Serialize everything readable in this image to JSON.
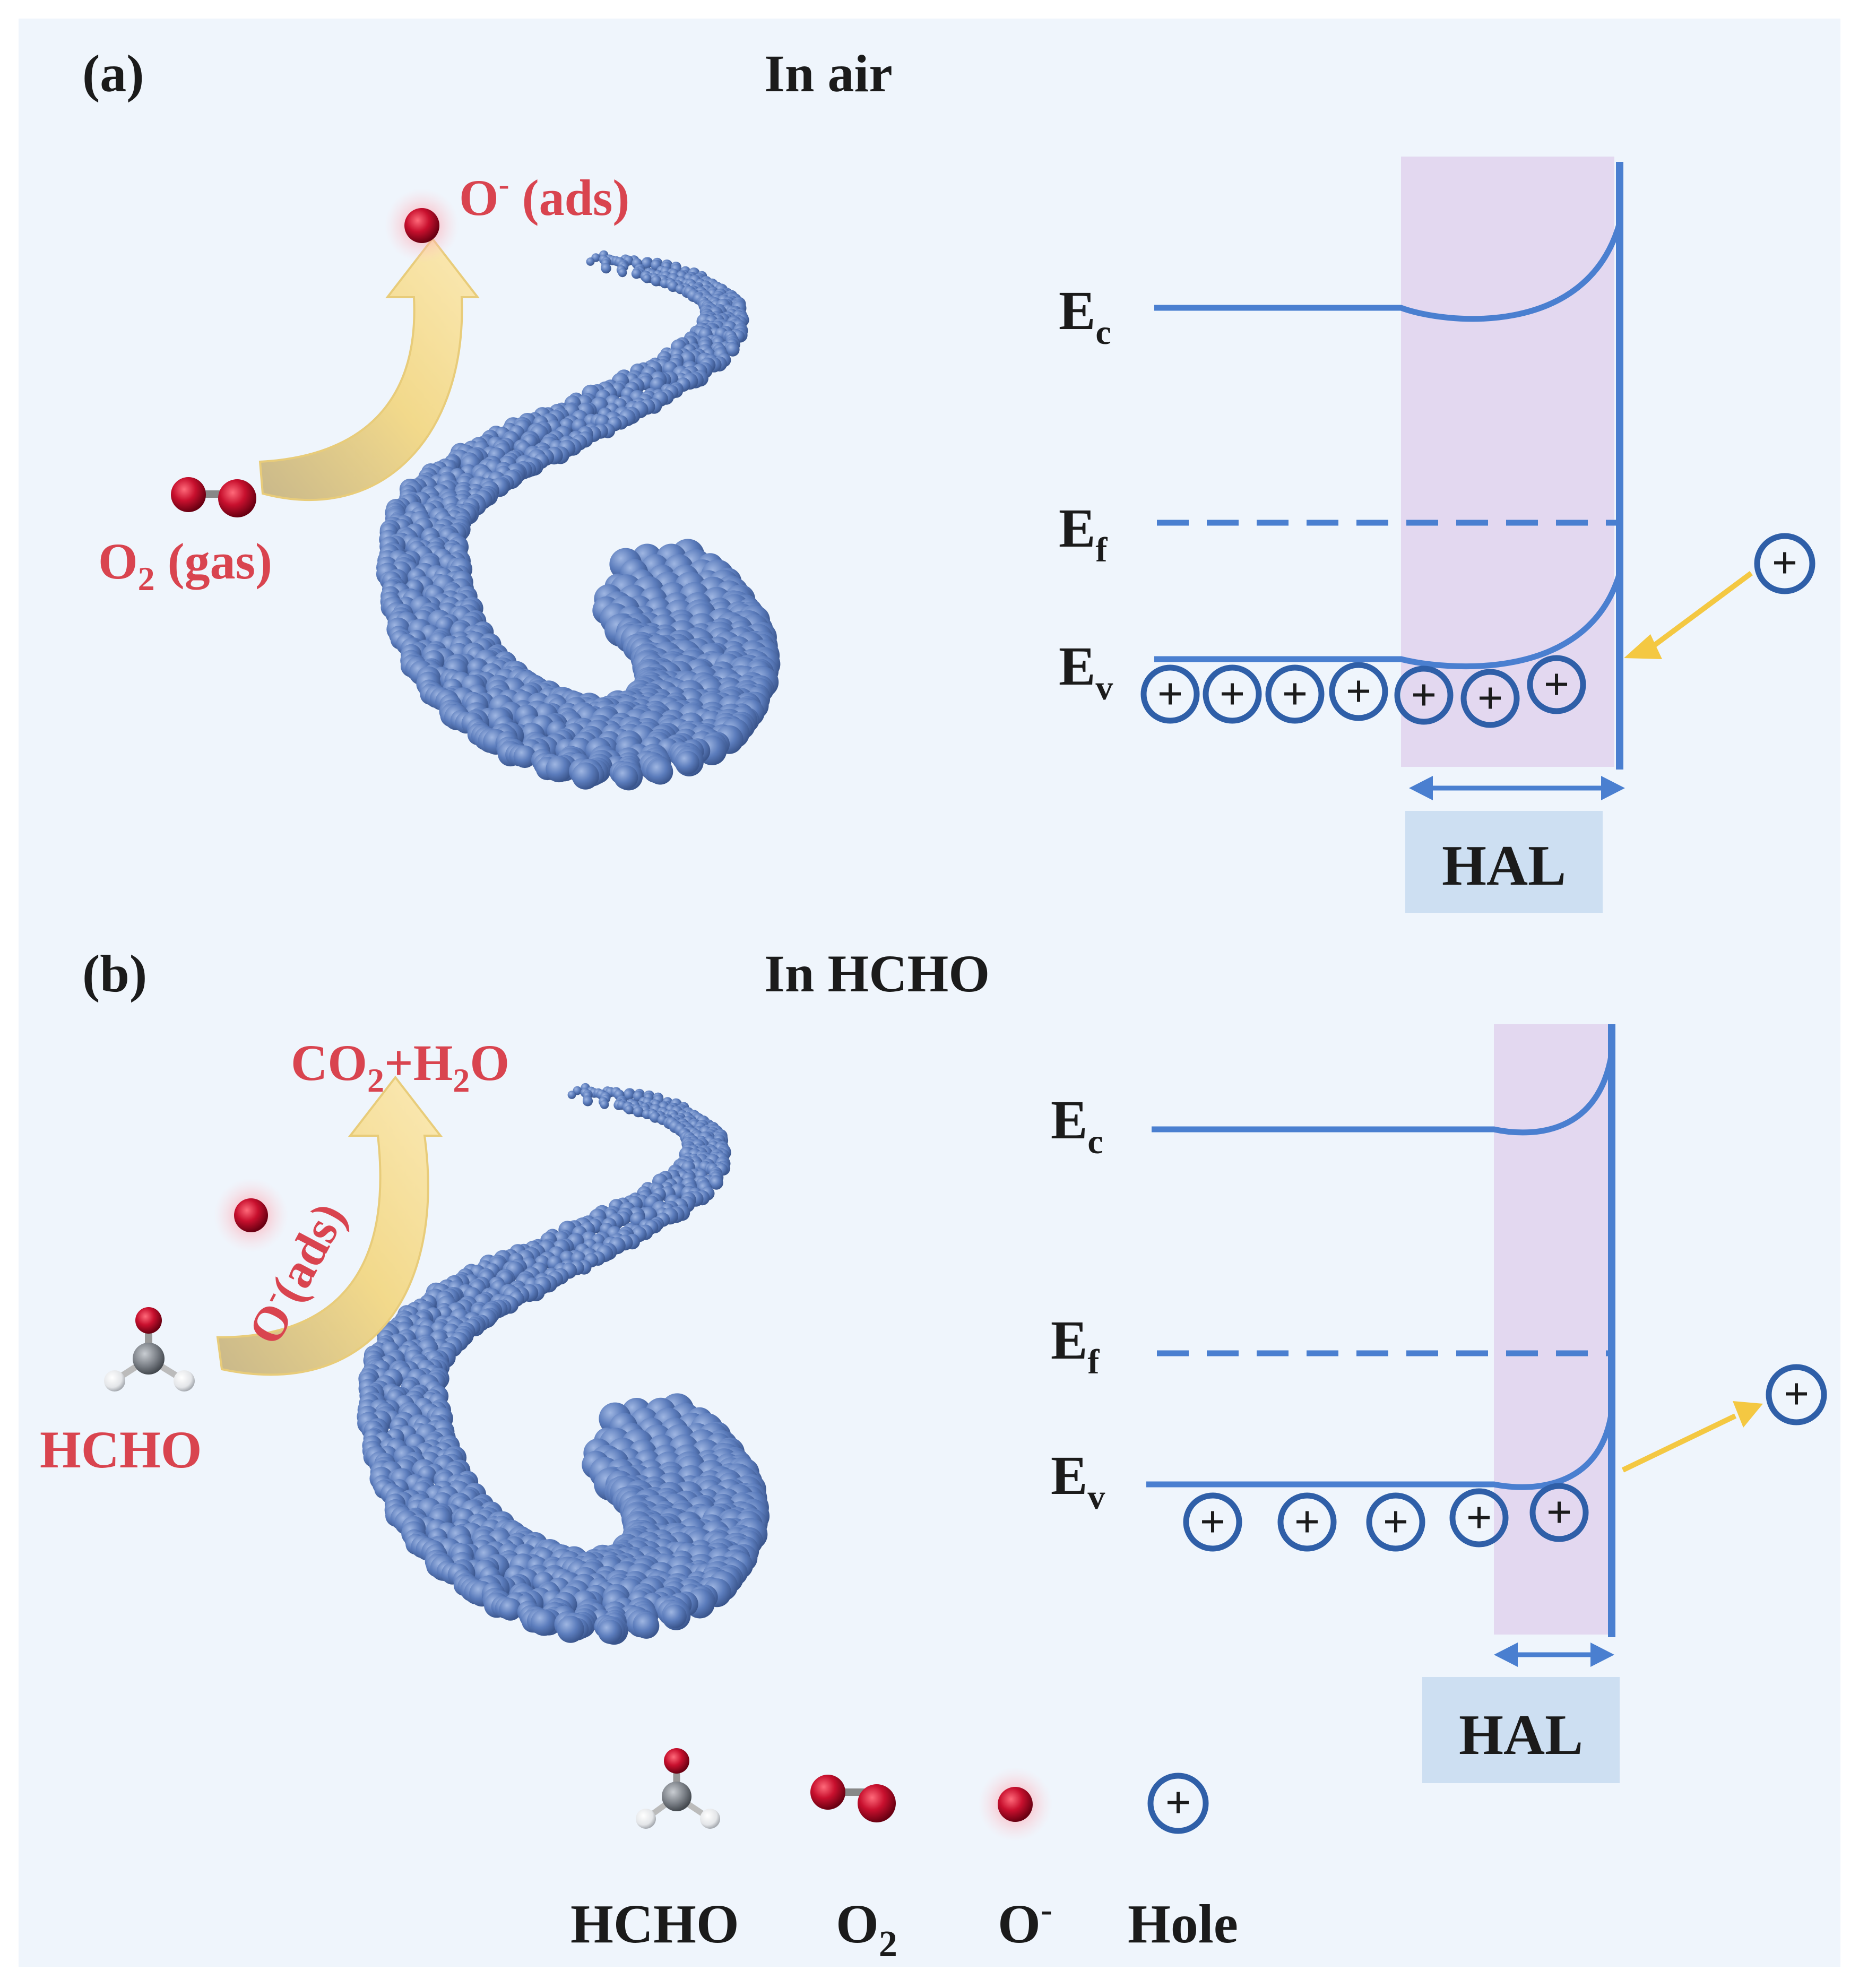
{
  "colors": {
    "background": "#eff5fc",
    "band": "#4a7fd0",
    "hal_region": "#e3d8f0",
    "hal_label_box": "#cddff2",
    "red_text": "#d9444f",
    "arrow_yellow": "#f4c842",
    "curl_arrow": "#f2d98b",
    "nanotube": "#5b7cbc",
    "text_dark": "#1b1b1b"
  },
  "panel_a": {
    "label": "(a)",
    "title": "In air",
    "o_ads": {
      "main": "O",
      "sup": "-",
      "rest": " (ads)"
    },
    "o2_gas": {
      "main": "O",
      "sub": "2",
      "rest": " (gas)"
    },
    "band_labels": {
      "ec": "E",
      "ec_sub": "c",
      "ef": "E",
      "ef_sub": "f",
      "ev": "E",
      "ev_sub": "v"
    },
    "hal": "HAL",
    "hole_symbol": "+"
  },
  "panel_b": {
    "label": "(b)",
    "title": "In HCHO",
    "product": {
      "a": "CO",
      "a_sub": "2",
      "b": "+H",
      "b_sub": "2",
      "c": "O"
    },
    "o_ads_curved": {
      "main": "O",
      "sup": "-",
      "rest": "(ads)"
    },
    "molecule_label": "HCHO",
    "band_labels": {
      "ec": "E",
      "ec_sub": "c",
      "ef": "E",
      "ef_sub": "f",
      "ev": "E",
      "ev_sub": "v"
    },
    "hal": "HAL",
    "hole_symbol": "+"
  },
  "legend": {
    "hcho": "HCHO",
    "o2": {
      "main": "O",
      "sub": "2"
    },
    "o_minus": {
      "main": "O",
      "sup": "-"
    },
    "hole": "Hole",
    "hole_symbol": "+"
  }
}
